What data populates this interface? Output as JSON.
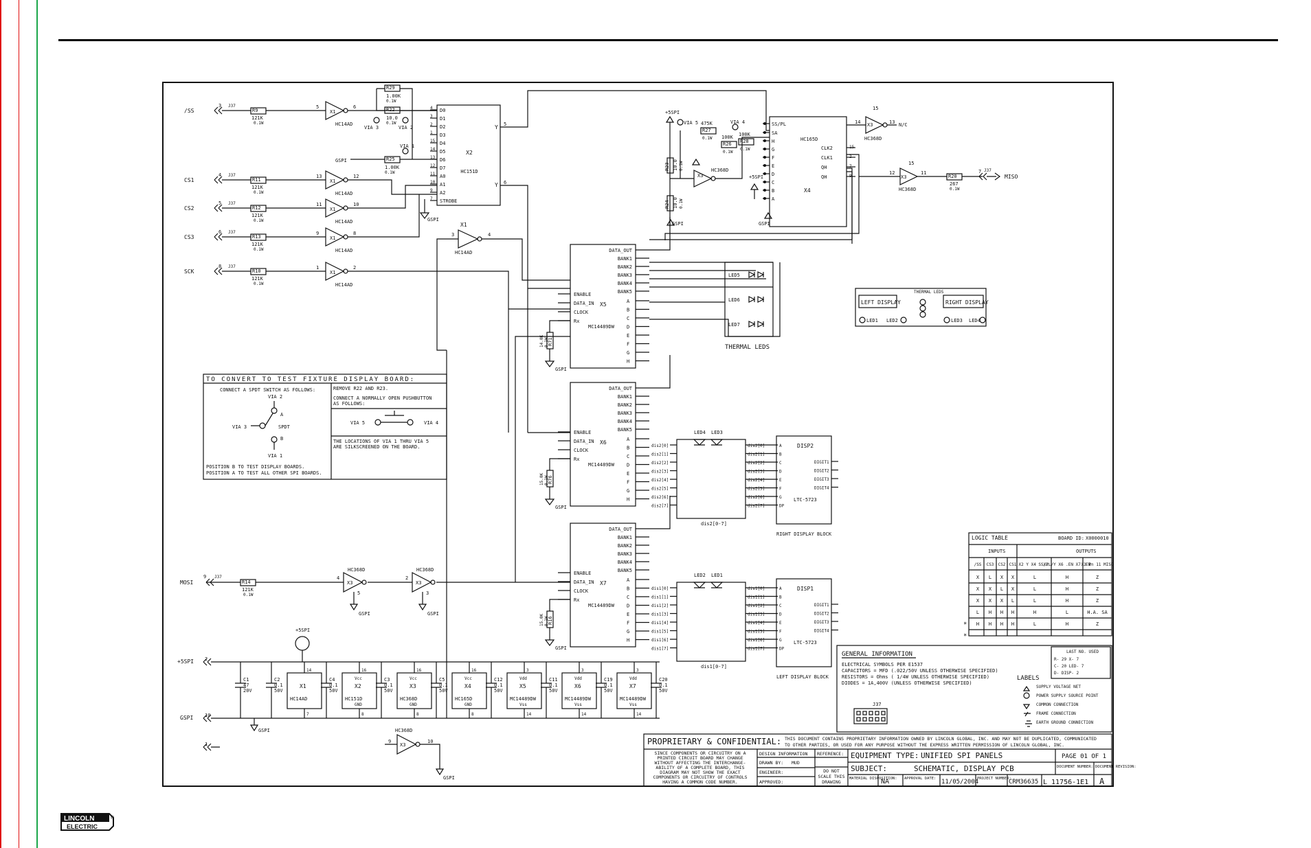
{
  "logo": {
    "line1": "LINCOLN",
    "line2": "ELECTRIC",
    "reg": "®"
  },
  "inputs": [
    {
      "net": "/SS",
      "pin": "3",
      "conn": "J37",
      "res": "R9",
      "val": "121K",
      "pw": "0.1W",
      "gate_in": "5",
      "gate": "X1",
      "gate_out": "6",
      "ic": "HC14AD"
    },
    {
      "net": "CS1",
      "pin": "4",
      "conn": "J37",
      "res": "R11",
      "val": "121K",
      "pw": "0.1W",
      "gate_in": "13",
      "gate": "X1",
      "gate_out": "12",
      "ic": "HC14AD"
    },
    {
      "net": "CS2",
      "pin": "5",
      "conn": "J37",
      "res": "R12",
      "val": "121K",
      "pw": "0.1W",
      "gate_in": "11",
      "gate": "X1",
      "gate_out": "10",
      "ic": "HC14AD"
    },
    {
      "net": "CS3",
      "pin": "6",
      "conn": "J37",
      "res": "R13",
      "val": "121K",
      "pw": "0.1W",
      "gate_in": "9",
      "gate": "X1",
      "gate_out": "8",
      "ic": "HC14AD"
    },
    {
      "net": "SCK",
      "pin": "8",
      "conn": "J37",
      "res": "R10",
      "val": "121K",
      "pw": "0.1W",
      "gate_in": "1",
      "gate": "X1",
      "gate_out": "2",
      "ic": "HC14AD"
    }
  ],
  "x2": {
    "ref": "X2",
    "part": "HC151D",
    "pins_left": [
      "D0",
      "D1",
      "D2",
      "D3",
      "D4",
      "D5",
      "D6",
      "D7",
      "A0",
      "A1",
      "A2",
      "STROBE"
    ],
    "pins_left_num": [
      "4",
      "3",
      "2",
      "1",
      "15",
      "14",
      "13",
      "12",
      "11",
      "10",
      "9",
      "7"
    ],
    "out1": "Y",
    "out1_num": "5",
    "out2": "Y",
    "out2_num": "6"
  },
  "x2_parts": {
    "r29": "R29",
    "r29v": "1.00K",
    "r29p": "0.1W",
    "r22": "R22",
    "r22v": "10.0",
    "r22p": "0.1W",
    "r25": "R25",
    "r25v": "1.00K",
    "r25p": "0.1W",
    "via3": "VIA 3",
    "via2": "VIA 2",
    "via1": "VIA 1",
    "gspi": "GSPI"
  },
  "x1_extra": {
    "pin_in": "3",
    "pin_out": "4",
    "ic": "HC14AD",
    "ref": "X1"
  },
  "x4": {
    "ref": "X4",
    "part": "HC165D",
    "pins_left": [
      "SS/PL",
      "SA",
      "H",
      "G",
      "F",
      "E",
      "D",
      "C",
      "B",
      "A"
    ],
    "pins_right": [
      "CLK2",
      "CLK1",
      "QH",
      "QH"
    ],
    "nums_right": [
      "15",
      "2",
      "7",
      "9"
    ],
    "vias": [
      "VIA 5",
      "VIA 4"
    ],
    "res": [
      {
        "ref": "R27",
        "v": "475K",
        "p": "0.1W"
      },
      {
        "ref": "R26",
        "v": "100K",
        "p": "0.1W"
      },
      {
        "ref": "R28",
        "v": "100K",
        "p": "0.1W"
      },
      {
        "ref": "R23",
        "v": "10.0",
        "p": "0.1W"
      },
      {
        "ref": "R24",
        "v": "10.0",
        "p": "0.1W"
      }
    ],
    "supply": "+5SPI",
    "x3": "X3",
    "x3ic": "HC368D"
  },
  "miso": {
    "x3": "X3",
    "ic": "HC368D",
    "pin_in": "14",
    "pin_out": "13",
    "nc": "N/C",
    "pin15": "15",
    "pin12": "12",
    "pin11": "11",
    "res": "R20",
    "val": "267",
    "pw": "0.1W",
    "conn": "J37",
    "pin": "7",
    "net": "MISO"
  },
  "drivers": [
    {
      "ref": "X5",
      "part": "MC14489DW",
      "pins_top": [
        "DATA_OUT",
        "BANK1",
        "BANK2",
        "BANK3",
        "BANK4",
        "BANK5"
      ],
      "pins_left": [
        "ENABLE",
        "DATA_IN",
        "CLOCK",
        "Rx"
      ],
      "pins_right": [
        "A",
        "B",
        "C",
        "D",
        "E",
        "F",
        "G",
        "H"
      ],
      "rx": "R71",
      "rxv": "14.0K",
      "rxp": "0.1W",
      "gnd": "GSPI"
    },
    {
      "ref": "X6",
      "part": "MC14489DW",
      "pins_top": [
        "DATA_OUT",
        "BANK1",
        "BANK2",
        "BANK3",
        "BANK4",
        "BANK5"
      ],
      "pins_left": [
        "ENABLE",
        "DATA_IN",
        "CLOCK",
        "Rx"
      ],
      "pins_right": [
        "A",
        "B",
        "C",
        "D",
        "E",
        "F",
        "G",
        "H"
      ],
      "rx": "R76",
      "rxv": "15.0K",
      "rxp": "0.1W",
      "gnd": "GSPI"
    },
    {
      "ref": "X7",
      "part": "MC14489DW",
      "pins_top": [
        "DATA_OUT",
        "BANK1",
        "BANK2",
        "BANK3",
        "BANK4",
        "BANK5"
      ],
      "pins_left": [
        "ENABLE",
        "DATA_IN",
        "CLOCK",
        "Rx"
      ],
      "pins_right": [
        "A",
        "B",
        "C",
        "D",
        "E",
        "F",
        "G",
        "H"
      ],
      "rx": "R16",
      "rxv": "15.0K",
      "rxp": "0.1W",
      "gnd": "GSPI"
    }
  ],
  "thermal": {
    "leds": [
      "LED5",
      "LED6",
      "LED7"
    ],
    "label": "THERMAL LEDS"
  },
  "panel_legend": {
    "left": "LEFT DISPLAY",
    "thermal": "THERMAL LEDS",
    "right": "RIGHT DISPLAY",
    "led1": "LED1",
    "led2": "LED2",
    "led3": "LED3",
    "led4": "LED4"
  },
  "right_display": {
    "disp": "DISP2",
    "part": "LTC-5723",
    "digits": [
      "DIGIT1",
      "DIGIT2",
      "DIGIT3",
      "DIGIT4"
    ],
    "leds": [
      "LED4",
      "LED3"
    ],
    "label": "RIGHT DISPLAY BLOCK",
    "bus": "dis2[0-7]",
    "nets": [
      "dis2[0]",
      "dis2[1]",
      "dis2[2]",
      "dis2[3]",
      "dis2[4]",
      "dis2[5]",
      "dis2[6]",
      "dis2[7]"
    ],
    "segs": [
      "A",
      "B",
      "C",
      "D",
      "E",
      "F",
      "G",
      "DP"
    ]
  },
  "left_display": {
    "disp": "DISP1",
    "part": "LTC-5723",
    "digits": [
      "DIGIT1",
      "DIGIT2",
      "DIGIT3",
      "DIGIT4"
    ],
    "leds": [
      "LED2",
      "LED1"
    ],
    "label": "LEFT DISPLAY BLOCK",
    "bus": "dis1[0-7]",
    "nets": [
      "dis1[0]",
      "dis1[1]",
      "dis1[2]",
      "dis1[3]",
      "dis1[4]",
      "dis1[5]",
      "dis1[6]",
      "dis1[7]"
    ],
    "segs": [
      "A",
      "B",
      "C",
      "D",
      "E",
      "F",
      "G",
      "DP"
    ]
  },
  "convert_box": {
    "title": "TO CONVERT TO TEST FIXTURE DISPLAY BOARD:",
    "left1": "CONNECT A SPDT SWITCH AS FOLLOWS:",
    "via2": "VIA 2",
    "a": "A",
    "via3": "VIA 3",
    "spdt": "SPDT",
    "b": "B",
    "via1": "VIA 1",
    "pos1": "POSITION B TO TEST DISPLAY BOARDS.",
    "pos2": "POSITION A TO TEST ALL OTHER SPI BOARDS.",
    "right1": "REMOVE R22 AND R23.",
    "right2": "CONNECT A NORMALLY OPEN PUSHBUTTON",
    "right3": "AS FOLLOWS:",
    "via5": "VIA 5",
    "via4": "VIA 4",
    "right4": "THE LOCATIONS OF VIA 1 THRU VIA 5",
    "right5": "ARE SILKSCREENED ON THE BOARD."
  },
  "mosi": {
    "net": "MOSI",
    "pin": "9",
    "conn": "J37",
    "res": "R14",
    "val": "121K",
    "pw": "0.1W",
    "x3a": "X3",
    "x3b": "X3",
    "ic": "HC368D",
    "pa": "4",
    "pb": "5",
    "pc": "2",
    "pd": "3",
    "gnd": "GSPI"
  },
  "power": {
    "net1": "+5SPI",
    "pin1": "2",
    "net2": "GSPI",
    "pin2": "10",
    "pin3": "1",
    "conn": "J37",
    "top": "+5SPI"
  },
  "caps": [
    {
      "ref": "C1",
      "v": "47",
      "u": "20V"
    },
    {
      "ref": "C2",
      "v": "0.1",
      "u": "50V"
    },
    {
      "ref": "C4",
      "v": "0.1",
      "u": "50V"
    },
    {
      "ref": "C3",
      "v": "0.1",
      "u": "50V"
    },
    {
      "ref": "C5",
      "v": "0.1",
      "u": "50V"
    },
    {
      "ref": "C12",
      "v": "0.1",
      "u": "50V"
    },
    {
      "ref": "C11",
      "v": "0.1",
      "u": "50V"
    },
    {
      "ref": "C19",
      "v": "0.1",
      "u": "50V"
    },
    {
      "ref": "C20",
      "v": "0.1",
      "u": "50V"
    }
  ],
  "ics": [
    {
      "ref": "X1",
      "part": "HC14AD",
      "top": "14",
      "bot": "7",
      "vcc": "",
      "gnd": ""
    },
    {
      "ref": "X2",
      "part": "HC151D",
      "top": "16",
      "bot": "8",
      "vcc": "Vcc",
      "gnd": "GND"
    },
    {
      "ref": "X3",
      "part": "HC368D",
      "top": "16",
      "bot": "8",
      "vcc": "Vcc",
      "gnd": "GND"
    },
    {
      "ref": "X4",
      "part": "HC165D",
      "top": "16",
      "bot": "8",
      "vcc": "Vcc",
      "gnd": "GND"
    },
    {
      "ref": "X5",
      "part": "MC14489DW",
      "top": "3",
      "bot": "14",
      "vcc": "Vdd",
      "gnd": "Vss"
    },
    {
      "ref": "X6",
      "part": "MC14489DW",
      "top": "3",
      "bot": "14",
      "vcc": "Vdd",
      "gnd": "Vss"
    },
    {
      "ref": "X7",
      "part": "MC14489DW",
      "top": "3",
      "bot": "14",
      "vcc": "Vdd",
      "gnd": "Vss"
    }
  ],
  "x3_spare": {
    "ref": "X3",
    "ic": "HC368D",
    "pin_in": "9",
    "pin_out": "10",
    "gnd": "GSPI"
  },
  "logic_table": {
    "title": "LOGIC TABLE",
    "board_id": "BOARD ID:",
    "board_val": "X0000010",
    "inputs_hdr": "INPUTS",
    "outputs_hdr": "OUTPUTS",
    "cols": [
      "/SS",
      "CS3",
      "CS2",
      "CS1",
      "X2 Y X4 SS/PL",
      "X2 /Y X6 .EN X7 .EN",
      "X3 Pn 11 MISO"
    ],
    "rows": [
      [
        "X",
        "L",
        "X",
        "X",
        "L",
        "H",
        "Z"
      ],
      [
        "X",
        "X",
        "L",
        "X",
        "L",
        "H",
        "Z"
      ],
      [
        "X",
        "X",
        "X",
        "L",
        "L",
        "H",
        "Z"
      ],
      [
        "L",
        "H",
        "H",
        "H",
        "H",
        "L",
        "H.A. SA"
      ],
      [
        "H",
        "H",
        "H",
        "H",
        "L",
        "H",
        "Z"
      ]
    ],
    "star": "*"
  },
  "general_info": {
    "title": "GENERAL INFORMATION",
    "l1": "ELECTRICAL SYMBOLS PER E1537",
    "l2": "CAPACITORS = MFD (.022/50V UNLESS OTHERWISE SPECIFIED)",
    "l3": "RESISTORS = Ohms ( 1/4W UNLESS OTHERWISE SPECIFIED)",
    "l4": "DIODES = 1A,400V (UNLESS OTHERWISE SPECIFIED)",
    "labels": "LABELS",
    "lab1": "SUPPLY VOLTAGE NET",
    "lab2": "POWER SUPPLY SOURCE POINT",
    "lab3": "COMMON CONNECTION",
    "lab4": "FRAME CONNECTION",
    "lab5": "EARTH GROUND CONNECTION",
    "last": "LAST NO. USED",
    "last1": "R- 29    X- 7",
    "last2": "C- 20    LED- 7",
    "last3": "D-       DISP- 2",
    "conn": "J37"
  },
  "title_block": {
    "prop": "PROPRIETARY & CONFIDENTIAL:",
    "prop_text1": "THIS DOCUMENT CONTAINS PROPRIETARY INFORMATION OWNED BY LINCOLN GLOBAL, INC. AND MAY NOT BE DUPLICATED, COMMUNICATED",
    "prop_text2": "TO OTHER PARTIES, OR USED FOR ANY PURPOSE WITHOUT THE EXPRESS WRITTEN PERMISSION OF LINCOLN GLOBAL, INC.",
    "note1": "SINCE COMPONENTS OR CIRCUITRY ON A",
    "note2": "PRINTED CIRCUIT BOARD MAY CHANGE",
    "note3": "WITHOUT AFFECTING THE INTERCHANGE-",
    "note4": "ABILITY OF A COMPLETE BOARD, THIS",
    "note5": "DIAGRAM MAY NOT SHOW THE EXACT",
    "note6": "COMPONENTS OR CIRCUITRY OF CONTROLS",
    "note7": "HAVING A COMMON CODE NUMBER.",
    "design": "DESIGN INFORMATION",
    "drawn": "DRAWN BY:",
    "drawn_val": "MUD",
    "engineer": "ENGINEER:",
    "approved": "APPROVED:",
    "reference": "REFERENCE:",
    "dns1": "DO NOT",
    "dns2": "SCALE THIS",
    "dns3": "DRAWING",
    "equip": "EQUIPMENT TYPE:",
    "equip_val": "UNIFIED SPI PANELS",
    "subject": "SUBJECT:",
    "subject_val": "SCHEMATIC, DISPLAY PCB",
    "page": "PAGE 01 OF 1",
    "docnum": "DOCUMENT NUMBER:",
    "docnum_val": "L 11756-1E1",
    "docrev": "DOCUMENT REVISION:",
    "docrev_val": "A",
    "material": "MATERIAL DISPOSITION:",
    "material_val": "NA",
    "approval": "APPROVAL DATE:",
    "approval_val": "11/05/2004",
    "project": "PROJECT NUMBER:",
    "project_val": "CRM36635"
  }
}
